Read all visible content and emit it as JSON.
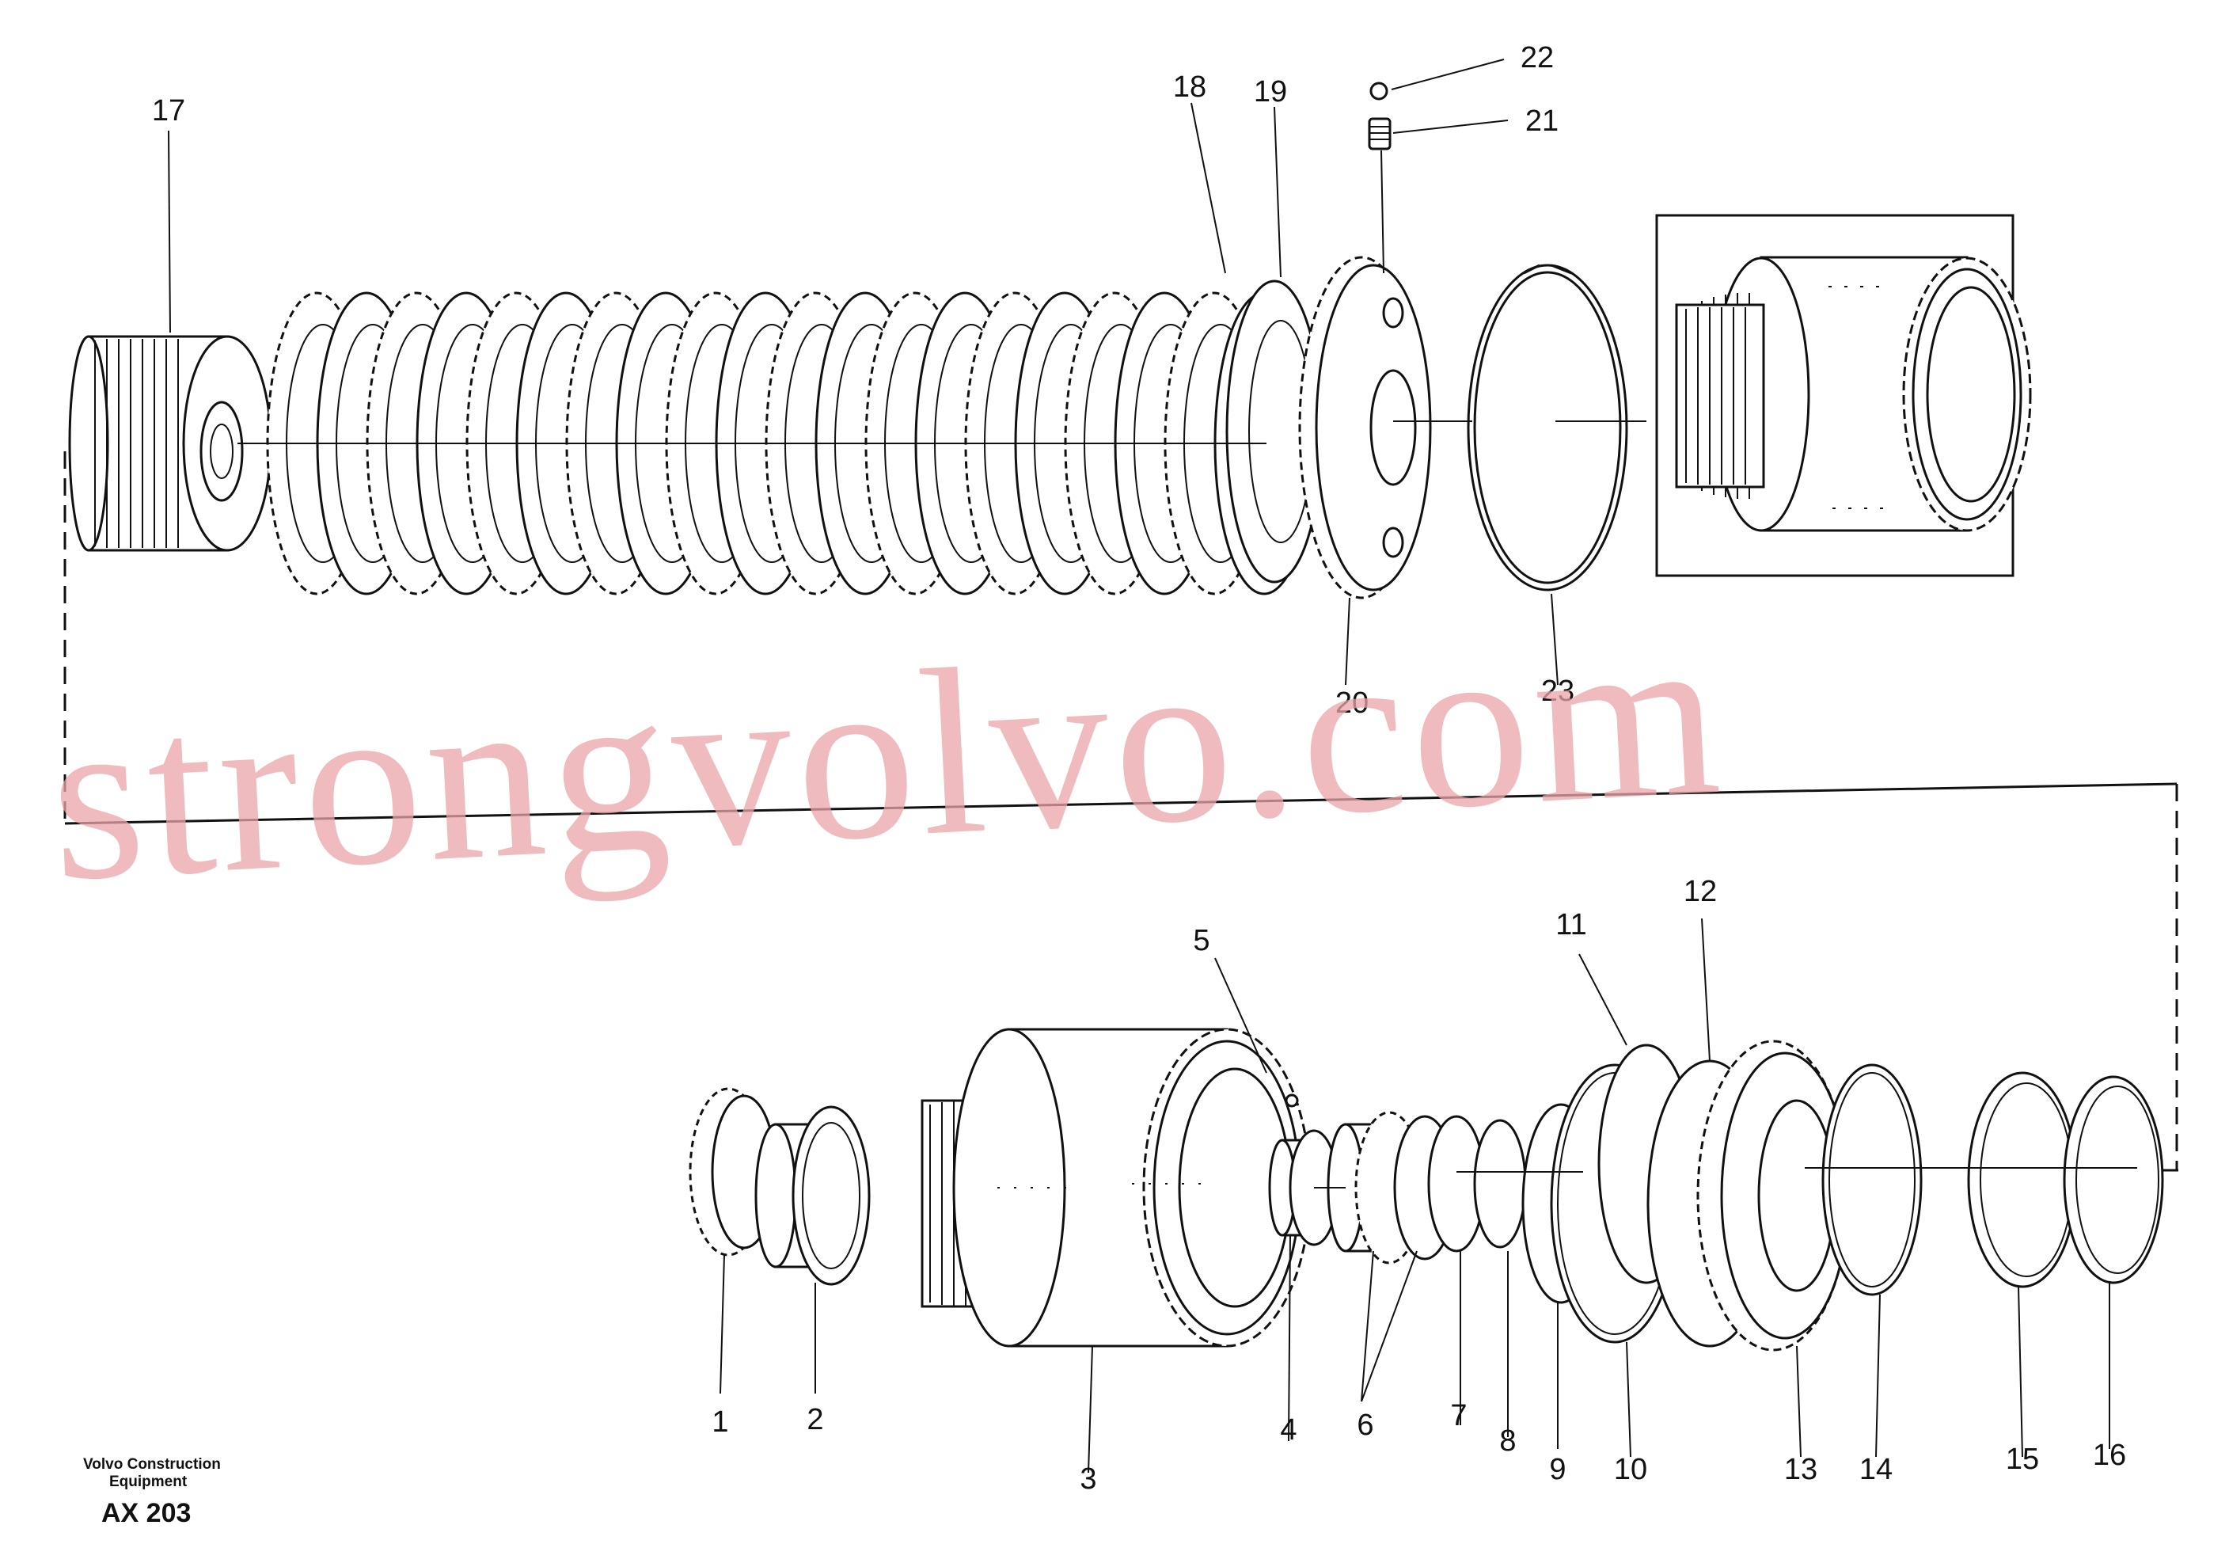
{
  "parts": [
    {
      "id": "1",
      "label": "1"
    },
    {
      "id": "2",
      "label": "2"
    },
    {
      "id": "3",
      "label": "3"
    },
    {
      "id": "4",
      "label": "4"
    },
    {
      "id": "5",
      "label": "5"
    },
    {
      "id": "6",
      "label": "6"
    },
    {
      "id": "7",
      "label": "7"
    },
    {
      "id": "8",
      "label": "8"
    },
    {
      "id": "9",
      "label": "9"
    },
    {
      "id": "10",
      "label": "10"
    },
    {
      "id": "11",
      "label": "11"
    },
    {
      "id": "12",
      "label": "12"
    },
    {
      "id": "13",
      "label": "13"
    },
    {
      "id": "14",
      "label": "14"
    },
    {
      "id": "15",
      "label": "15"
    },
    {
      "id": "16",
      "label": "16"
    },
    {
      "id": "17",
      "label": "17"
    },
    {
      "id": "18",
      "label": "18"
    },
    {
      "id": "19",
      "label": "19"
    },
    {
      "id": "20",
      "label": "20"
    },
    {
      "id": "21",
      "label": "21"
    },
    {
      "id": "22",
      "label": "22"
    },
    {
      "id": "23",
      "label": "23"
    }
  ],
  "watermark": "strongvolvo.com",
  "footer": {
    "company_line1": "Volvo Construction",
    "company_line2": "Equipment",
    "code": "AX 203"
  },
  "colors": {
    "line": "#111111",
    "watermark": "#e9a4aa",
    "background": "#ffffff"
  }
}
